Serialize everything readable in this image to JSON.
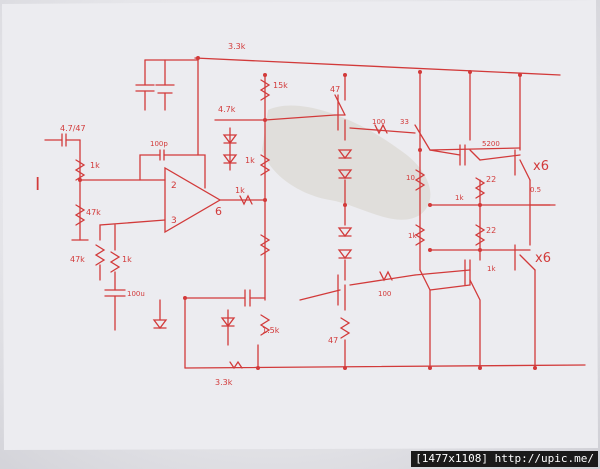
{
  "colors": {
    "ink": "#d23a3a",
    "paper": "#ececf0",
    "stain": "#d9d6cf"
  },
  "schematic": {
    "input_label": "I",
    "input_cap": "4.7/47",
    "r_in_1k": "1k",
    "r_bias_47k": "47k",
    "r_bias_47k_bottom": "47k",
    "r_1k_low": "1k",
    "cap_100u": "100u",
    "cap_100p": "100p",
    "opamp_pin_inv": "2",
    "opamp_pin_noninv": "3",
    "opamp_pin_out": "6",
    "r_out_1k": "1k",
    "r_top_33k": "3.3k",
    "r_bot_33k": "3.3k",
    "r_15k_top": "15k",
    "r_15k_bot": "1.5k",
    "r_47_left": "4.7k",
    "r_1k_mid": "1k",
    "r_47_top": "47",
    "r_47_bot": "47",
    "r_100_top": "100",
    "r_100_bot": "100",
    "r_33_top": "33",
    "r_10_right": "10",
    "r_1k_right": "1k",
    "r_5200": "5200",
    "r_22_a": "22",
    "r_22_b": "22",
    "r_05": "0.5",
    "r_1k_right2": "1k",
    "r_1k_right3": "1k",
    "mult_top": "x6",
    "mult_bot": "x6"
  },
  "watermark": "[1477x1108] http://upic.me/"
}
